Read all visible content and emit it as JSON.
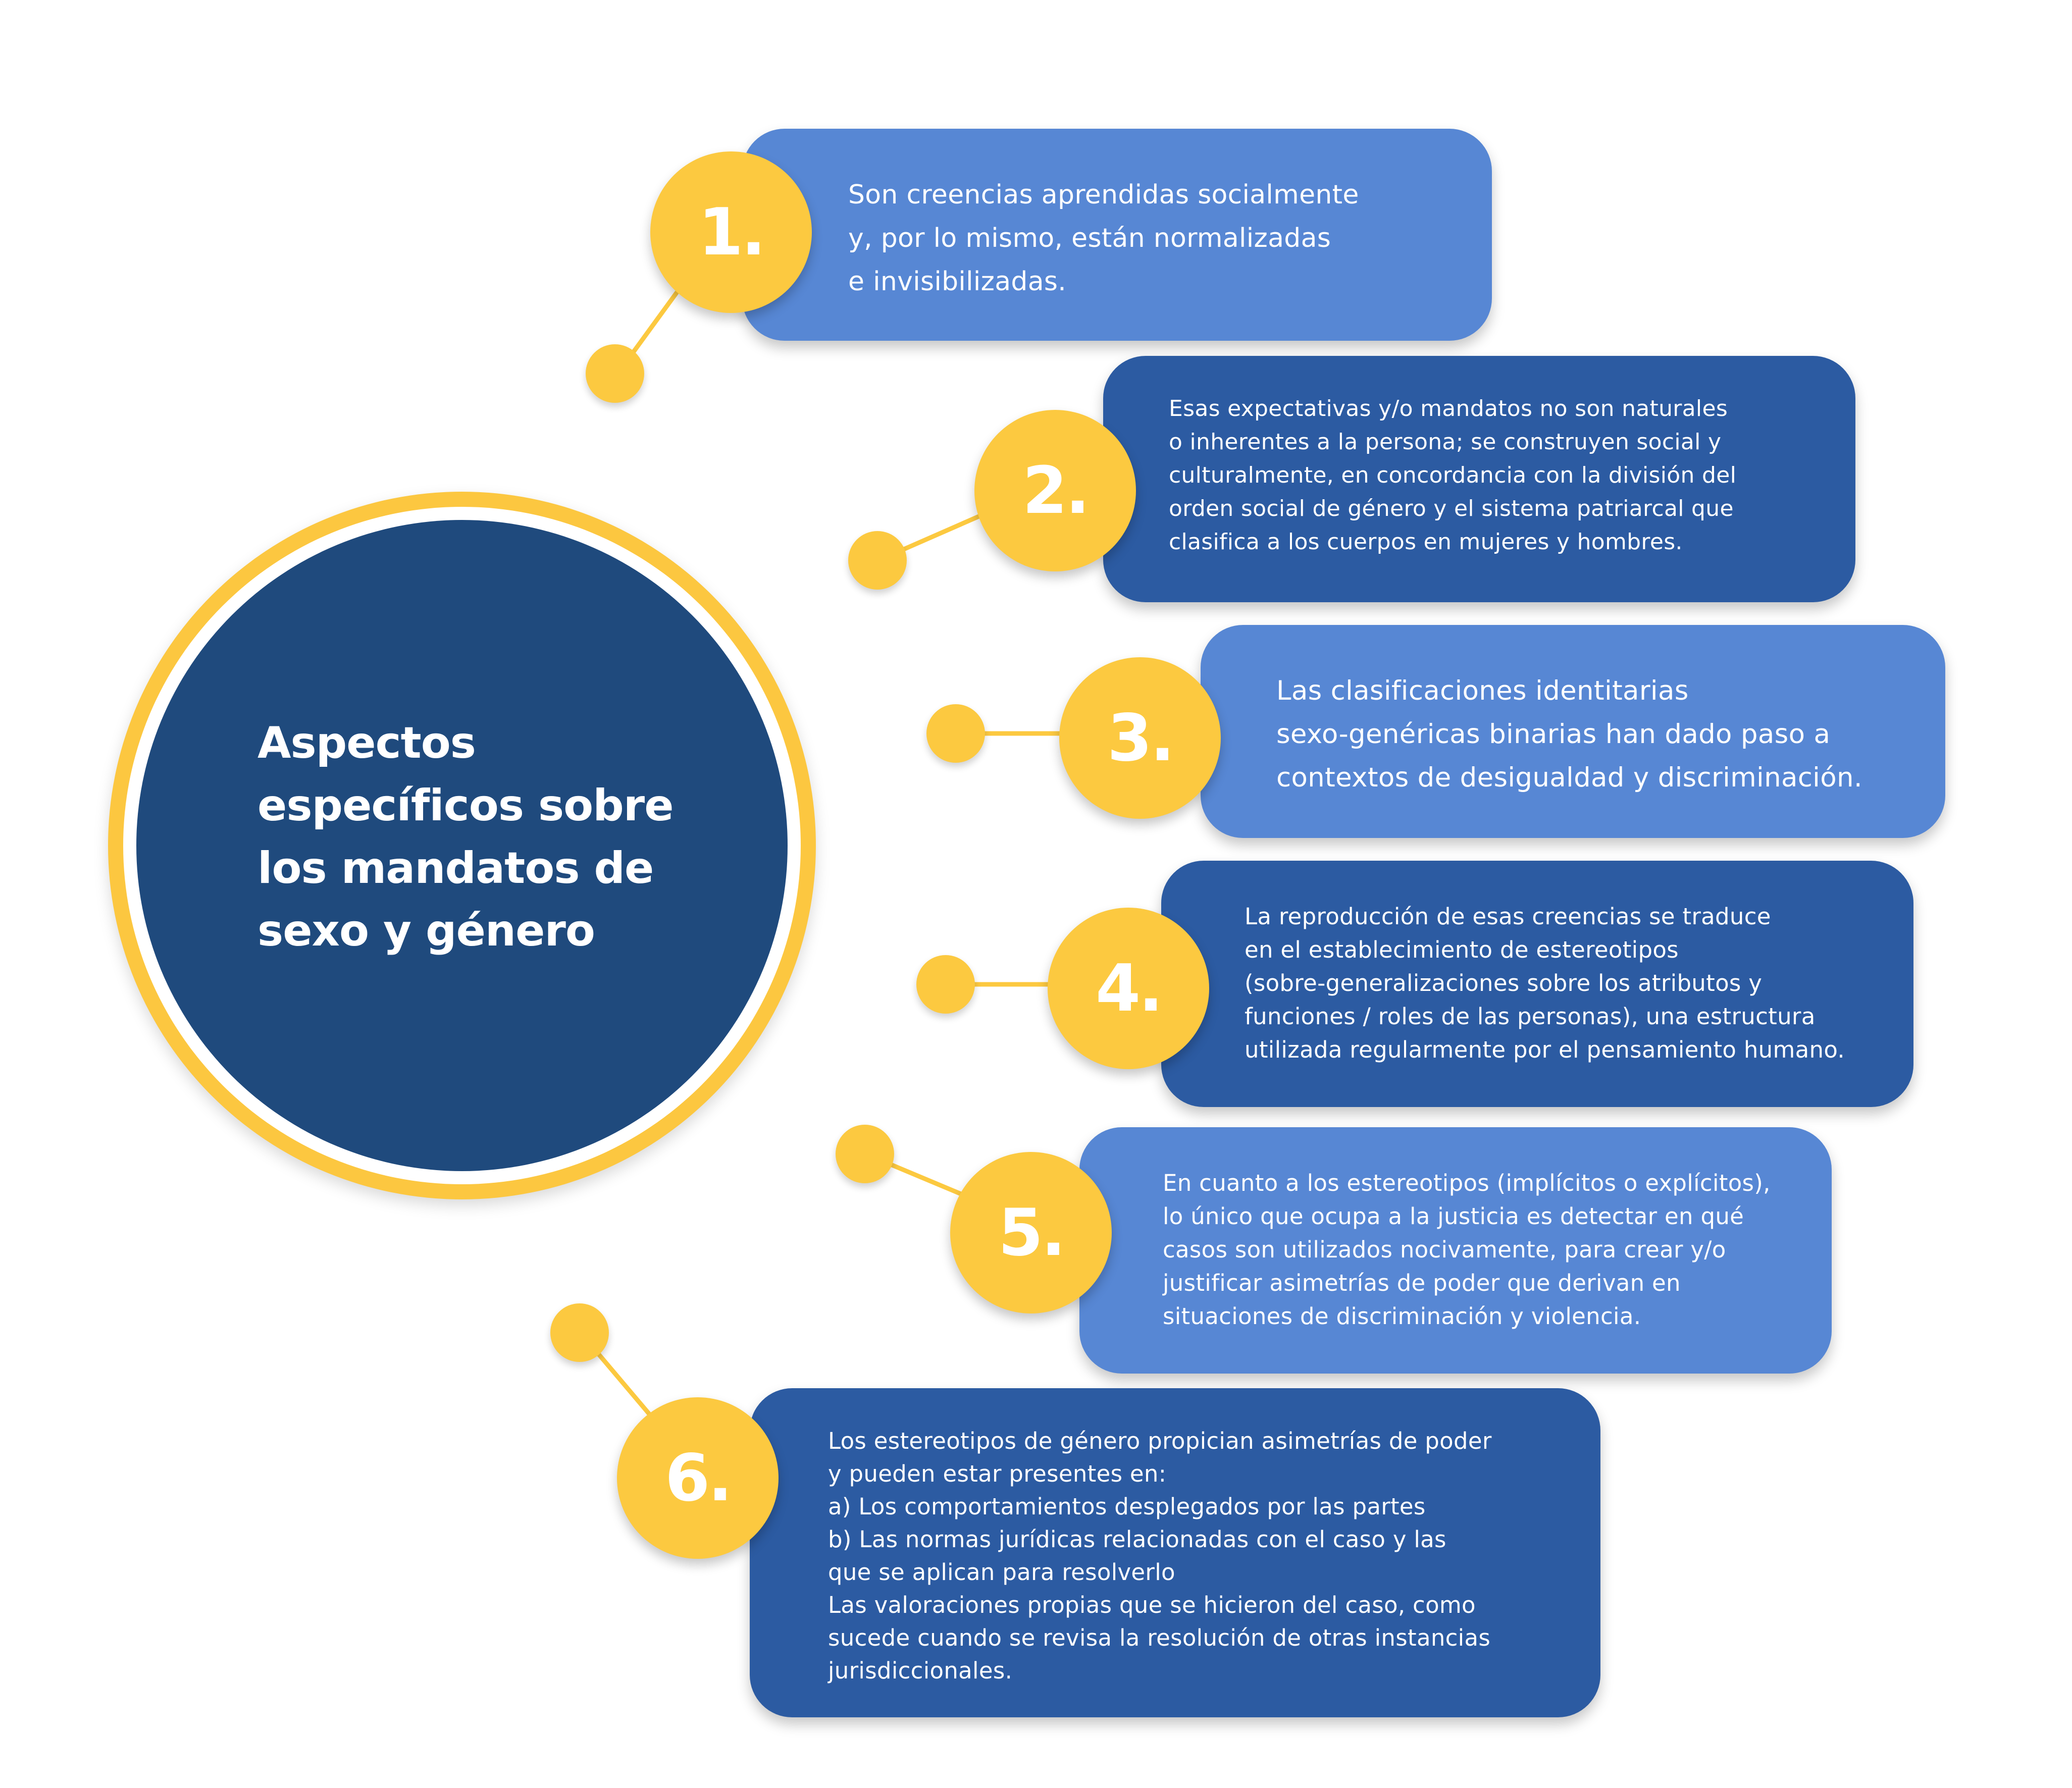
{
  "hub": {
    "title": "Aspectos específicos sobre los mandatos de sexo y género"
  },
  "items": [
    {
      "number": "1.",
      "text": "Son creencias aprendidas socialmente\ny, por lo mismo, están normalizadas\ne invisibilizadas."
    },
    {
      "number": "2.",
      "text": "Esas expectativas y/o mandatos no son naturales\no inherentes a la persona; se construyen social y\nculturalmente, en concordancia con la división del\norden social de género y el sistema patriarcal que\nclasifica a los cuerpos en mujeres y hombres."
    },
    {
      "number": "3.",
      "text": "Las clasificaciones identitarias\nsexo-genéricas binarias han dado paso a\ncontextos de desigualdad y discriminación."
    },
    {
      "number": "4.",
      "text": " La reproducción de esas creencias se traduce\nen el establecimiento de estereotipos\n(sobre-generalizaciones sobre los atributos y\nfunciones / roles de las personas), una estructura\nutilizada regularmente por el pensamiento humano."
    },
    {
      "number": "5.",
      "text": "En cuanto a los estereotipos (implícitos o explícitos),\nlo único que ocupa a la justicia es detectar en qué\ncasos son utilizados nocivamente, para crear y/o\njustificar asimetrías de poder que derivan en\nsituaciones de discriminación y violencia."
    },
    {
      "number": "6.",
      "text": "Los estereotipos de género propician asimetrías de poder\ny pueden estar presentes en:\n      a) Los comportamientos desplegados por las partes\n      b) Las normas jurídicas relacionadas con el caso y las\n          que se aplican para resolverlo\nLas valoraciones propias que se hicieron del caso, como\nsucede cuando se revisa la resolución de otras instancias\njurisdiccionales."
    }
  ],
  "colors": {
    "navy": "#1f4a7d",
    "card_light": "#5787d4",
    "card_dark": "#2c5ba2",
    "accent_yellow": "#fcc940",
    "white": "#ffffff"
  }
}
